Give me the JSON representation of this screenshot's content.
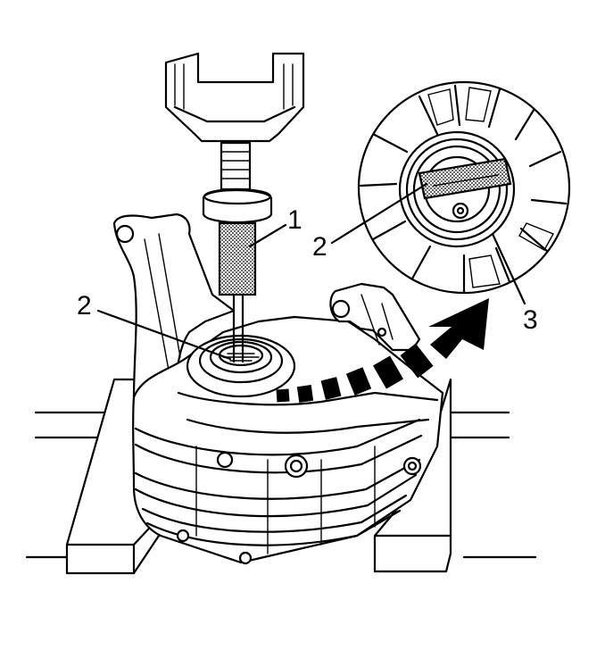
{
  "labels": {
    "tool_number": "1",
    "bearing_number": "2",
    "detail_bearing_number": "2",
    "detail_housing_number": "3"
  },
  "colors": {
    "ink": "#000000",
    "paper": "#ffffff",
    "stipple": "#8c8c8c"
  },
  "icons": {
    "direction_arrow": "curved-arrow-icon"
  }
}
